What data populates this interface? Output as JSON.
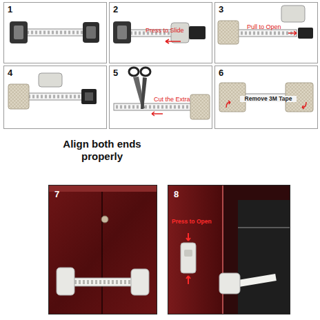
{
  "diagram": {
    "nodes": [
      {
        "text": [
          "1"
        ]
      },
      {
        "text": [
          "2",
          "Press to Slide"
        ]
      },
      {
        "text": [
          "3",
          "Pull to Open"
        ]
      },
      {
        "text": [
          "4"
        ]
      },
      {
        "text": [
          "5",
          "Cut the Extra"
        ]
      },
      {
        "text": [
          "6",
          "Remove 3M Tape"
        ]
      },
      {
        "text": [
          "7"
        ]
      },
      {
        "text": [
          "8",
          "Press to Open"
        ]
      }
    ],
    "labels": [
      "Align both ends properly"
    ]
  }
}
